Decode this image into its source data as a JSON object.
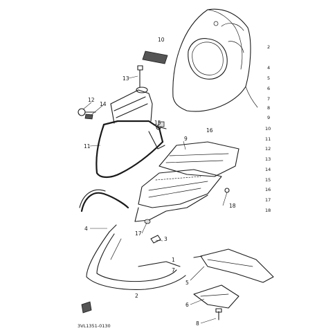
{
  "callouts": {
    "c1": "1",
    "c2": "2",
    "c3": "3",
    "c4": "4",
    "c5": "5",
    "c6": "6",
    "c7": "7",
    "c8": "8",
    "c9": "9",
    "c10": "10",
    "c11": "11",
    "c12": "12",
    "c13": "13",
    "c14": "14",
    "c15": "15",
    "c16": "16",
    "c17": "17",
    "c18": "18"
  },
  "diagram_code": "3VL1351-0130",
  "page_marks": {
    "m1": "2",
    "m2": "4",
    "m3": "5",
    "m4": "6",
    "m5": "7",
    "m6": "8",
    "m7": "9",
    "m8": "10",
    "m9": "11",
    "m10": "12",
    "m11": "13",
    "m12": "14",
    "m13": "15",
    "m14": "16",
    "m15": "17",
    "m16": "18"
  }
}
